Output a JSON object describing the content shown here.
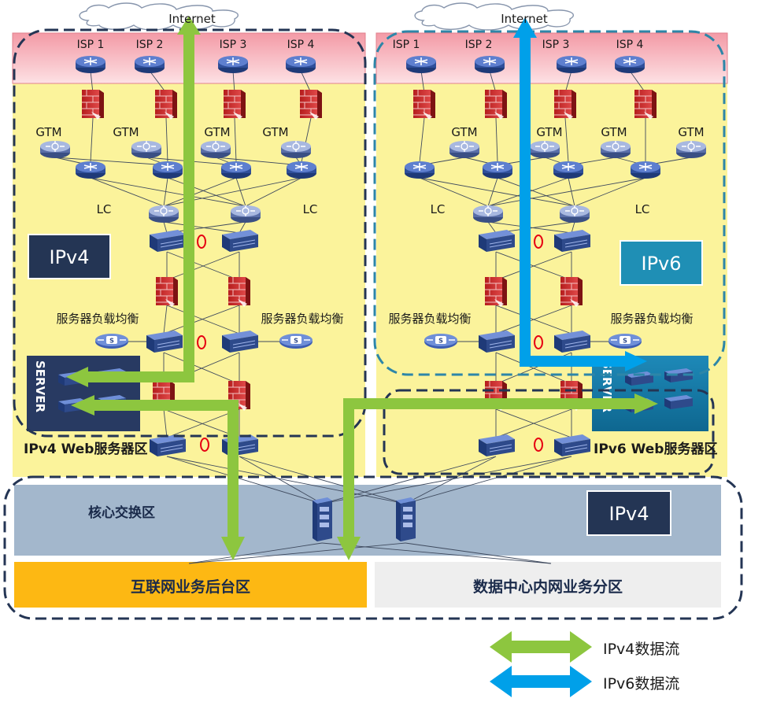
{
  "internet_left": "Internet",
  "internet_right": "Internet",
  "isp_left": [
    "ISP 1",
    "ISP 2",
    "ISP 3",
    "ISP 4"
  ],
  "isp_right": [
    "ISP 1",
    "ISP 2",
    "ISP 3",
    "ISP 4"
  ],
  "gtm_label": "GTM",
  "lc_label": "LC",
  "slb_label": "服务器负载均衡",
  "server_label": "SERVER",
  "ipv4_badge": "IPv4",
  "ipv6_badge": "IPv6",
  "core_badge": "IPv4",
  "ipv4_web_zone": "IPv4 Web服务器区",
  "ipv6_web_zone": "IPv6 Web服务器区",
  "core_zone": "核心交换区",
  "backend_zone": "互联网业务后台区",
  "intranet_zone": "数据中心内网业务分区",
  "legend": {
    "ipv4_flow": "IPv4数据流",
    "ipv6_flow": "IPv6数据流"
  },
  "colors": {
    "ipv4_flow": "#8dc63f",
    "ipv6_flow": "#00a0e9",
    "zone_yellow": "#fbf39b",
    "isp_band": "#f6b3bb",
    "core_band": "#a3b7cc",
    "backend_band": "#fdb813",
    "intranet_band": "#eeeeee",
    "device_blue": "#2e4a8b"
  }
}
